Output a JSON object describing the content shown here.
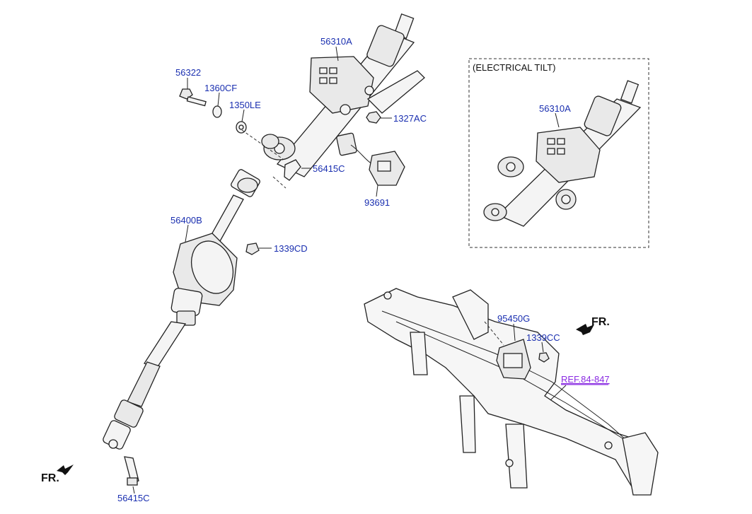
{
  "labels": {
    "p56310A_main": "56310A",
    "p56322": "56322",
    "p1360CF": "1360CF",
    "p1350LE": "1350LE",
    "p1327AC": "1327AC",
    "p56415C_upper": "56415C",
    "p93691": "93691",
    "p56400B": "56400B",
    "p1339CD": "1339CD",
    "p56415C_lower": "56415C",
    "p95450G": "95450G",
    "p1339CC": "1339CC",
    "ref": "REF.84-847"
  },
  "inset": {
    "title": "(ELECTRICAL TILT)",
    "label": "56310A"
  },
  "fr_marks": {
    "right": "FR.",
    "left": "FR."
  }
}
